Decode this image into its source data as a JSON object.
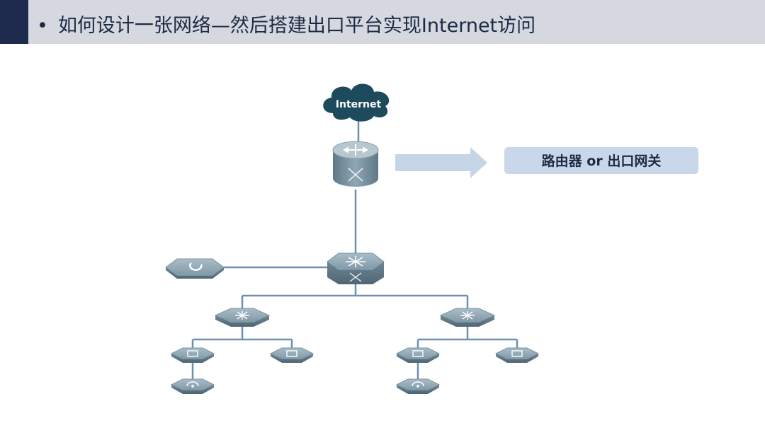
{
  "slide": {
    "bullet": "•",
    "title": "如何设计一张网络—然后搭建出口平台实现Internet访问"
  },
  "diagram": {
    "cloud_label": "Internet",
    "callout_label": "路由器 or 出口网关"
  },
  "colors": {
    "header_bg": "#d6d8df",
    "header_accent": "#1f2a4f",
    "title_text": "#1c2a44",
    "cloud": "#1e4a5e",
    "link_line": "#6f8fb2",
    "arrow": "#c5d5e6",
    "callout_bg": "#c8d8ea",
    "device": "#7f9aa8"
  }
}
